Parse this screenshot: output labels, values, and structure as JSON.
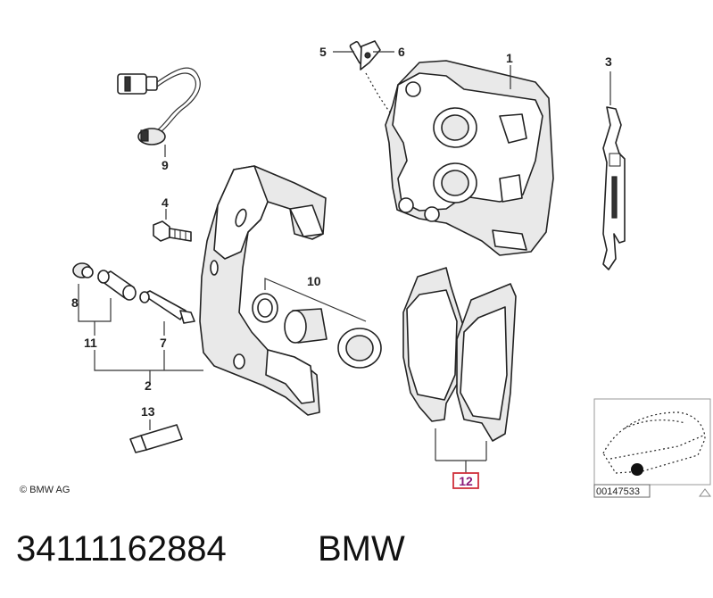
{
  "labels": {
    "p1": "1",
    "p2": "2",
    "p3": "3",
    "p4": "4",
    "p5": "5",
    "p6": "6",
    "p7": "7",
    "p8": "8",
    "p9": "9",
    "p10": "10",
    "p11": "11",
    "p12": "12",
    "p13": "13"
  },
  "highlighted_part": "12",
  "copyright": "© BMW AG",
  "image_number": "00147533",
  "footer": {
    "part_number": "34111162884",
    "brand": "BMW"
  },
  "colors": {
    "highlight_border": "#d0303a",
    "highlight_text": "#8a1a78"
  }
}
